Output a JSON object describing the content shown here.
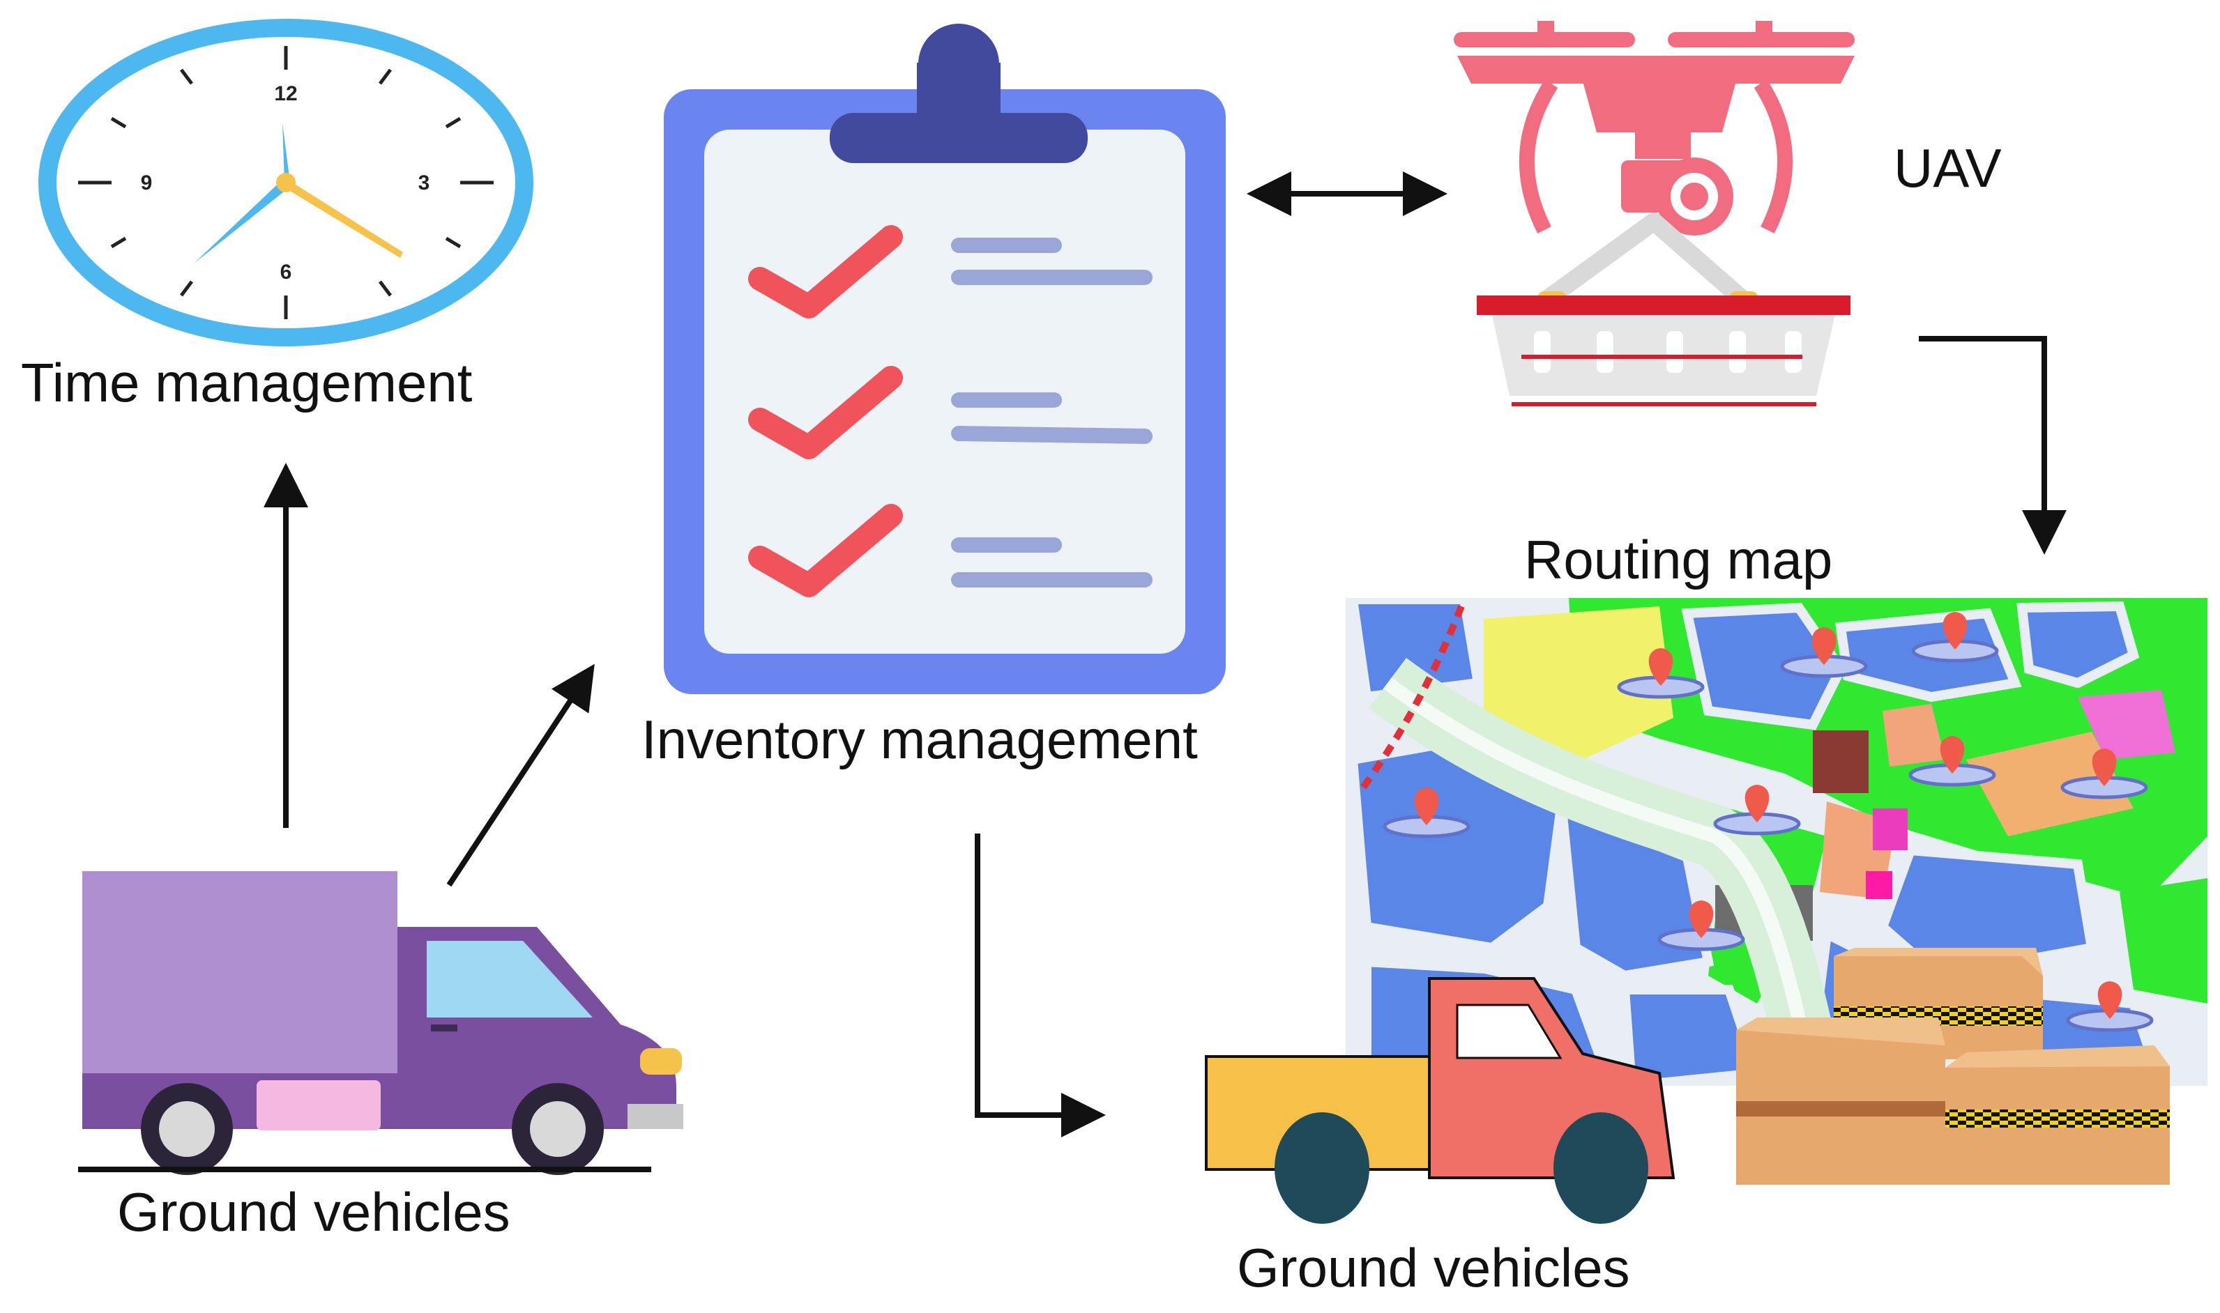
{
  "labels": {
    "time_management": "Time management",
    "inventory_management": "Inventory management",
    "uav": "UAV",
    "routing_map": "Routing map",
    "ground_vehicles_left": "Ground vehicles",
    "ground_vehicles_bottom": "Ground vehicles"
  },
  "clock": {
    "numerals": [
      "12",
      "3",
      "6",
      "9"
    ]
  },
  "colors": {
    "clock_ring": "#4db8f0",
    "clipboard_frame": "#6b85f0",
    "clip": "#414a9c",
    "checkmark": "#f0545a",
    "drone": "#f26c80",
    "basket_rim": "#d81c2c",
    "van_body": "#b08fd0",
    "van_cab": "#7b4fa0",
    "pickup_cab": "#f07068",
    "pickup_bed": "#f7c048",
    "box": "#e6a86c",
    "arrow": "#111111"
  }
}
